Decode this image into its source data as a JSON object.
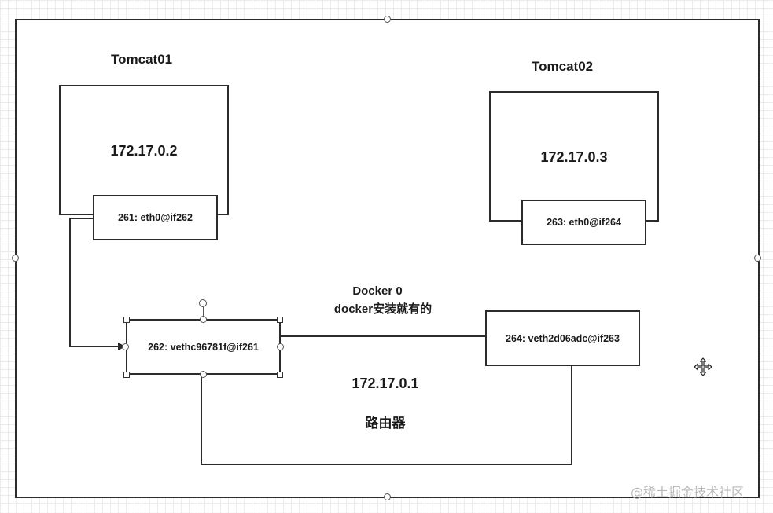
{
  "tomcat01": {
    "title": "Tomcat01",
    "ip": "172.17.0.2",
    "iface": "261: eth0@if262"
  },
  "tomcat02": {
    "title": "Tomcat02",
    "ip": "172.17.0.3",
    "iface": "263: eth0@if264"
  },
  "bridge": {
    "name": "Docker 0",
    "note": "docker安装就有的",
    "left_veth": "262: vethc96781f@if261",
    "right_veth": "264: veth2d06adc@if263",
    "ip": "172.17.0.1",
    "role": "路由器"
  },
  "watermark": "@稀土掘金技术社区",
  "colors": {
    "line": "#2b2b2b",
    "grid": "#ececec",
    "watermark": "#b9b9b9"
  },
  "icons": {
    "move_cursor": "move-cursor-icon"
  }
}
